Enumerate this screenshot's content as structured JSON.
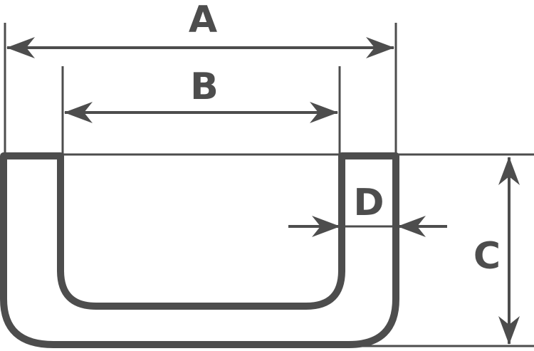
{
  "diagram": {
    "labels": {
      "a": "A",
      "b": "B",
      "c": "C",
      "d": "D"
    },
    "colors": {
      "stroke": "#4d4d4d",
      "background": "#ffffff"
    }
  }
}
